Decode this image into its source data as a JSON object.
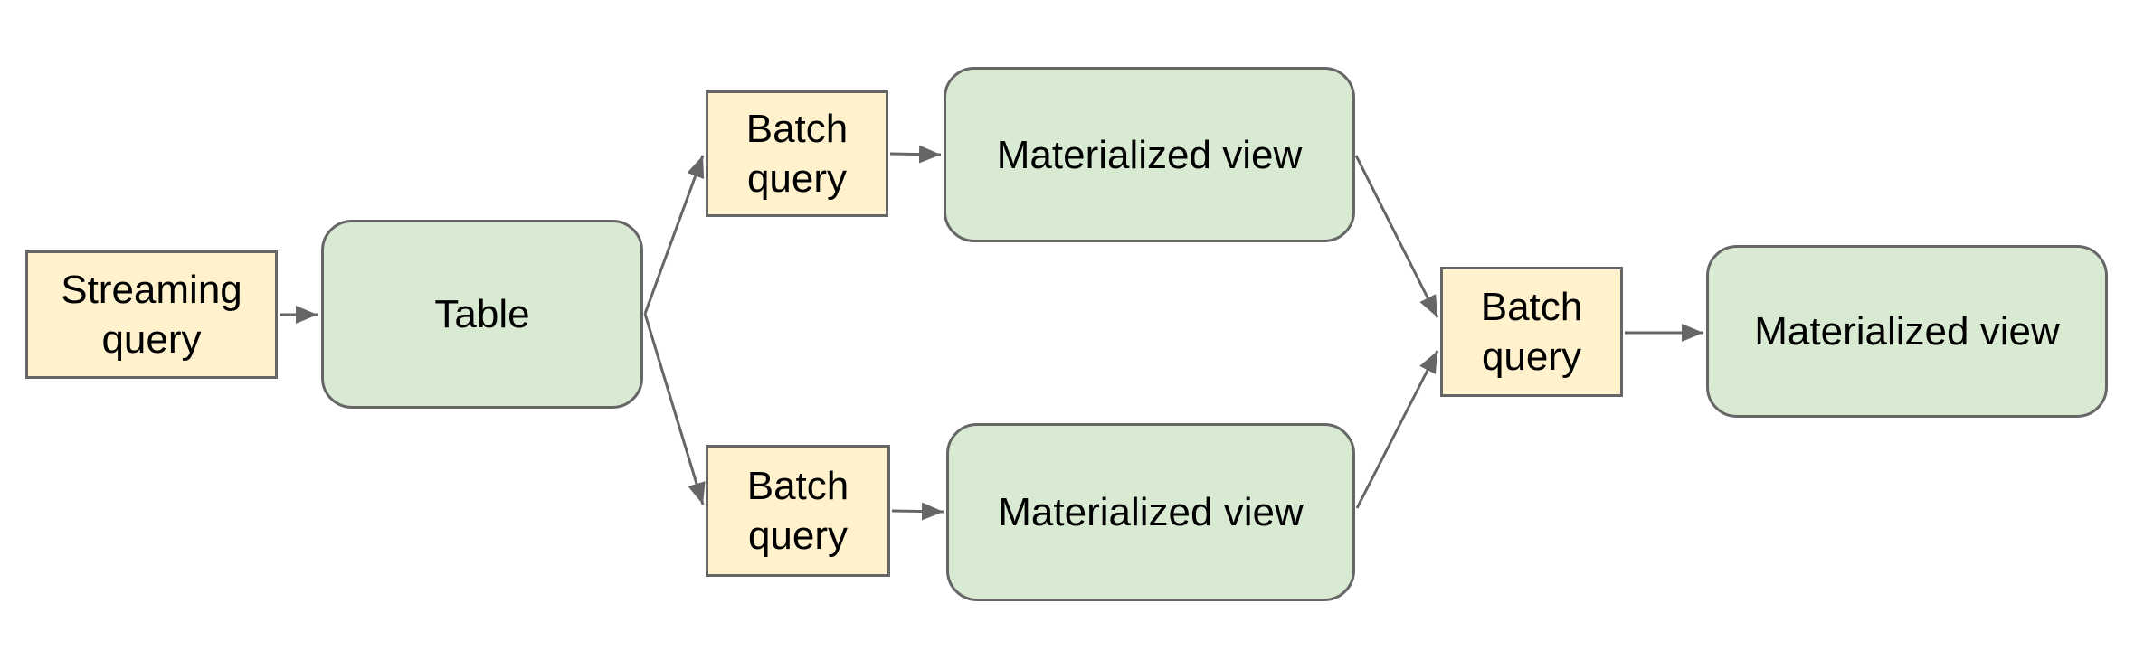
{
  "diagram": {
    "background_color": "#ffffff",
    "colors": {
      "query_box_fill": "#fff2cc",
      "view_box_fill": "#d9ead3",
      "border_and_arrow": "#666666",
      "text": "#000000"
    },
    "nodes": [
      {
        "id": "streaming-query",
        "label": "Streaming query",
        "shape": "rectangle",
        "fill": "#fff2cc"
      },
      {
        "id": "table",
        "label": "Table",
        "shape": "rounded-rectangle",
        "fill": "#d9ead3"
      },
      {
        "id": "batch-query-top",
        "label": "Batch query",
        "shape": "rectangle",
        "fill": "#fff2cc"
      },
      {
        "id": "materialized-view-top",
        "label": "Materialized view",
        "shape": "rounded-rectangle",
        "fill": "#d9ead3"
      },
      {
        "id": "batch-query-bottom",
        "label": "Batch query",
        "shape": "rectangle",
        "fill": "#fff2cc"
      },
      {
        "id": "materialized-view-bottom",
        "label": "Materialized view",
        "shape": "rounded-rectangle",
        "fill": "#d9ead3"
      },
      {
        "id": "batch-query-right",
        "label": "Batch query",
        "shape": "rectangle",
        "fill": "#fff2cc"
      },
      {
        "id": "materialized-view-right",
        "label": "Materialized view",
        "shape": "rounded-rectangle",
        "fill": "#d9ead3"
      }
    ],
    "edges": [
      {
        "from": "streaming-query",
        "to": "table"
      },
      {
        "from": "table",
        "to": "batch-query-top"
      },
      {
        "from": "table",
        "to": "batch-query-bottom"
      },
      {
        "from": "batch-query-top",
        "to": "materialized-view-top"
      },
      {
        "from": "batch-query-bottom",
        "to": "materialized-view-bottom"
      },
      {
        "from": "materialized-view-top",
        "to": "batch-query-right"
      },
      {
        "from": "materialized-view-bottom",
        "to": "batch-query-right"
      },
      {
        "from": "batch-query-right",
        "to": "materialized-view-right"
      }
    ]
  }
}
